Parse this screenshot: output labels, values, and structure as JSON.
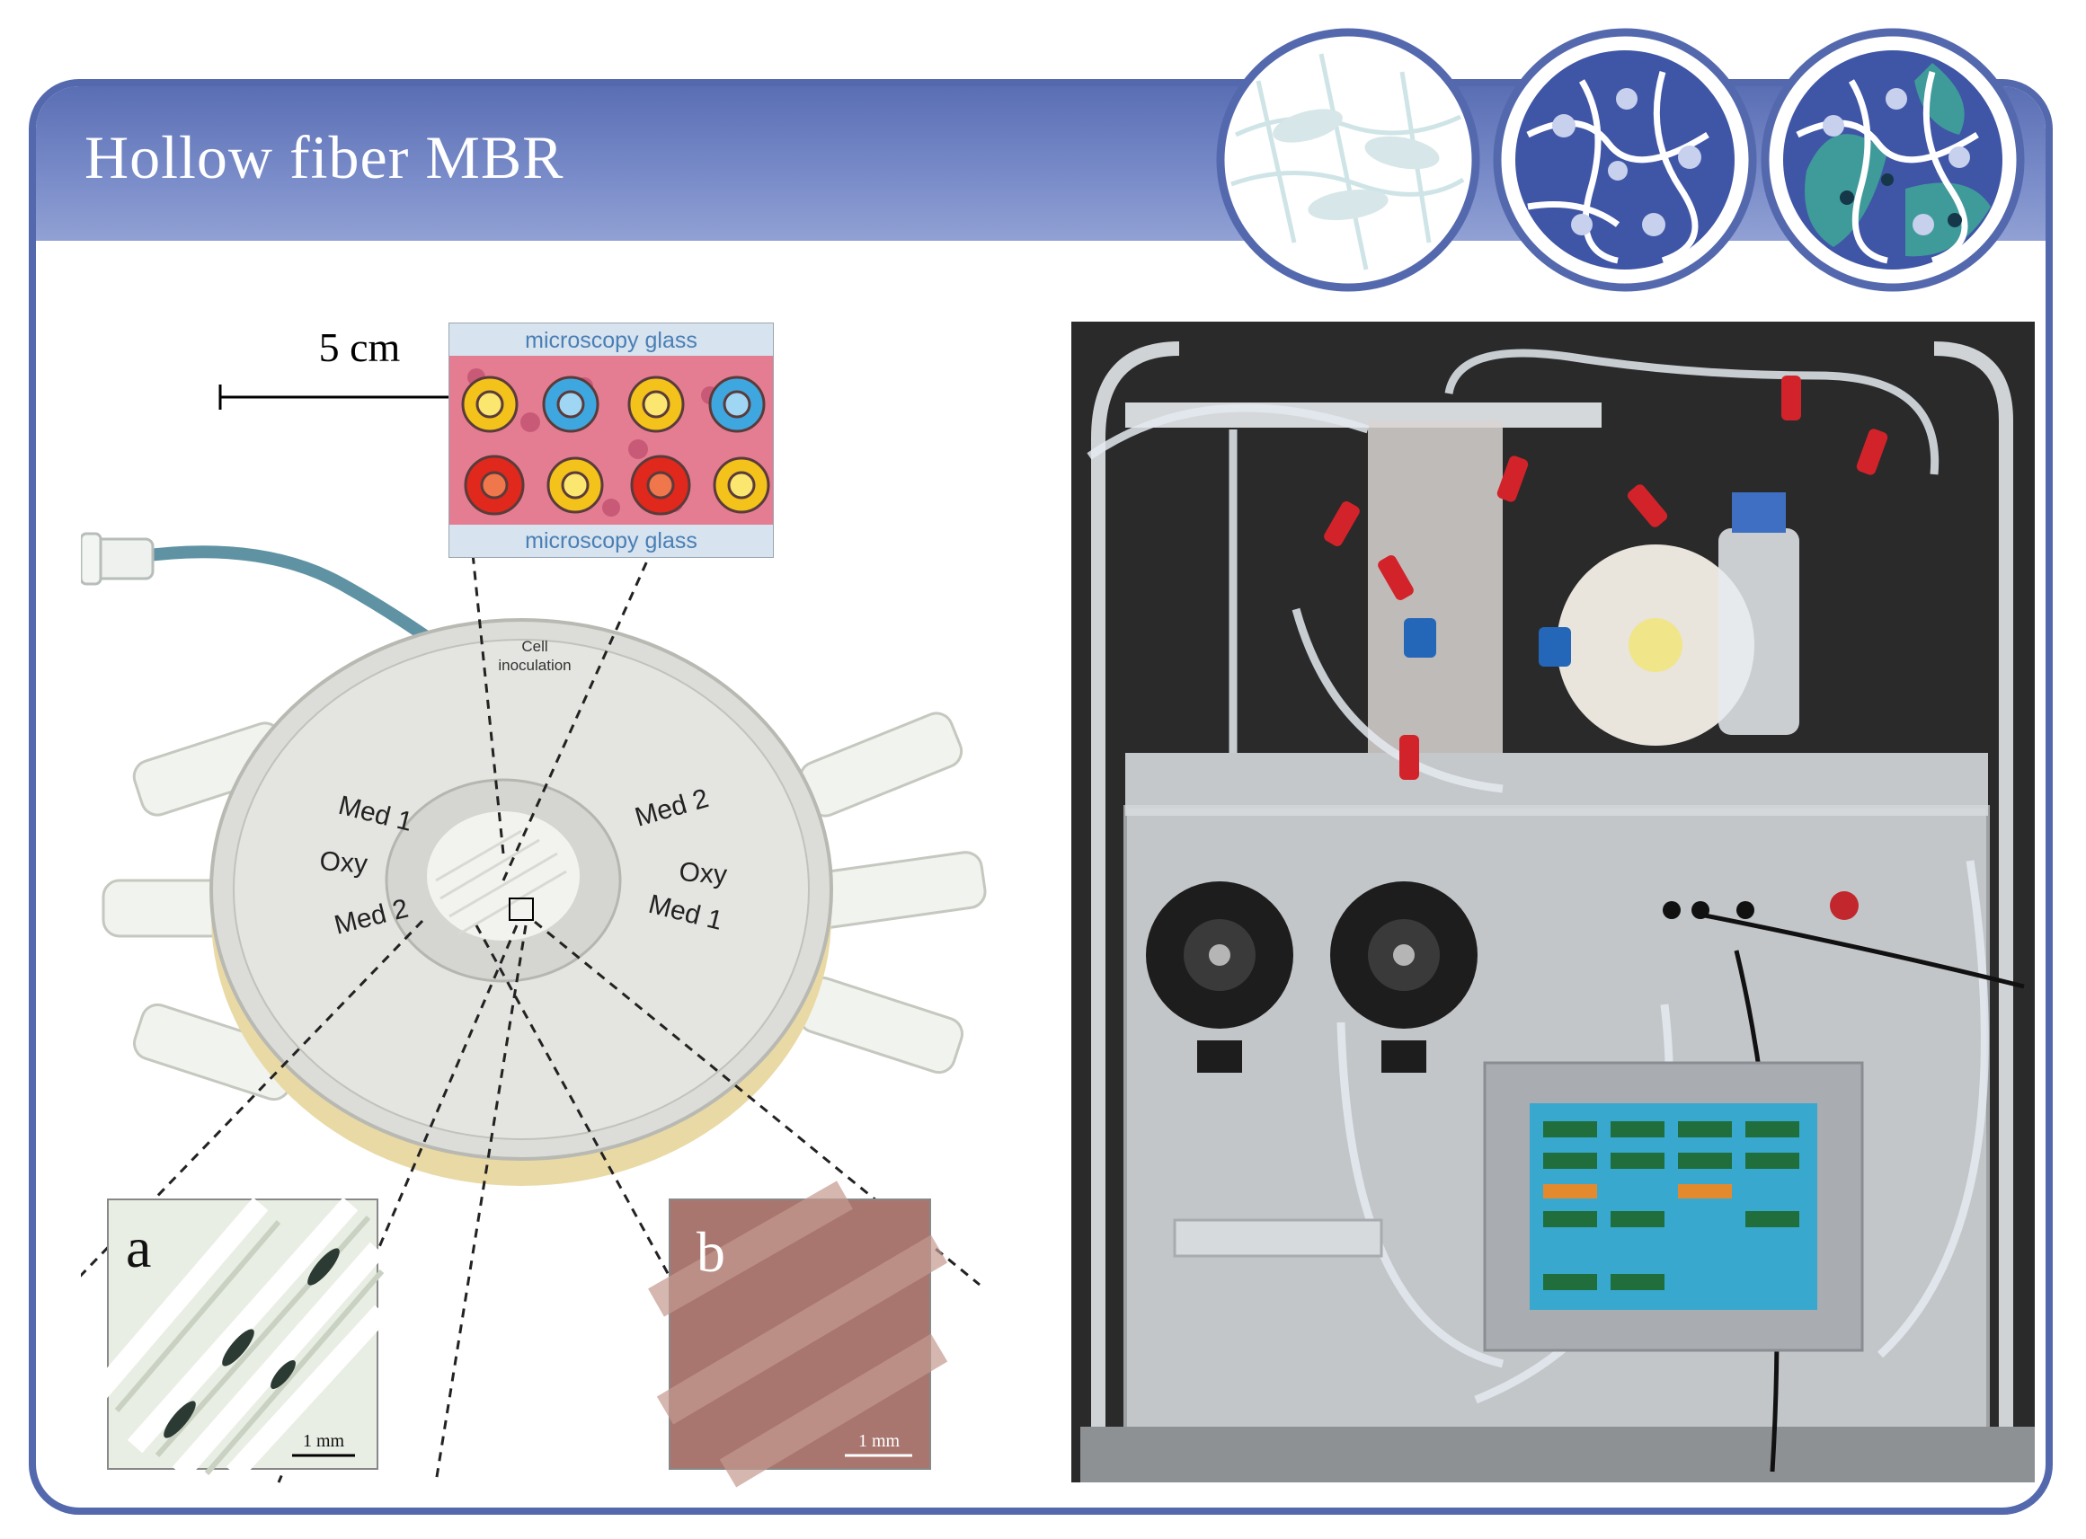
{
  "header": {
    "title": "Hollow fiber MBR"
  },
  "diagram": {
    "scale_label": "5 cm",
    "device_top_label_line1": "Cell",
    "device_top_label_line2": "inoculation",
    "left_ports": [
      "Med 1",
      "Oxy",
      "Med 2"
    ],
    "right_ports": [
      "Med 2",
      "Oxy",
      "Med 1"
    ],
    "glass_top": "microscopy glass",
    "glass_bottom": "microscopy glass",
    "inset_a": {
      "letter": "a",
      "scale": "1 mm"
    },
    "inset_b": {
      "letter": "b",
      "scale": "1 mm"
    }
  },
  "colors": {
    "frame": "#5468ae",
    "header": "#7a8cc9",
    "icon_dark": "#3f55a6",
    "icon_teal": "#3f9a9a",
    "icon_light": "#c7d0ec"
  },
  "icons": [
    "scaffold-cells-icon",
    "tissue-cells-icon",
    "coculture-cells-icon"
  ]
}
